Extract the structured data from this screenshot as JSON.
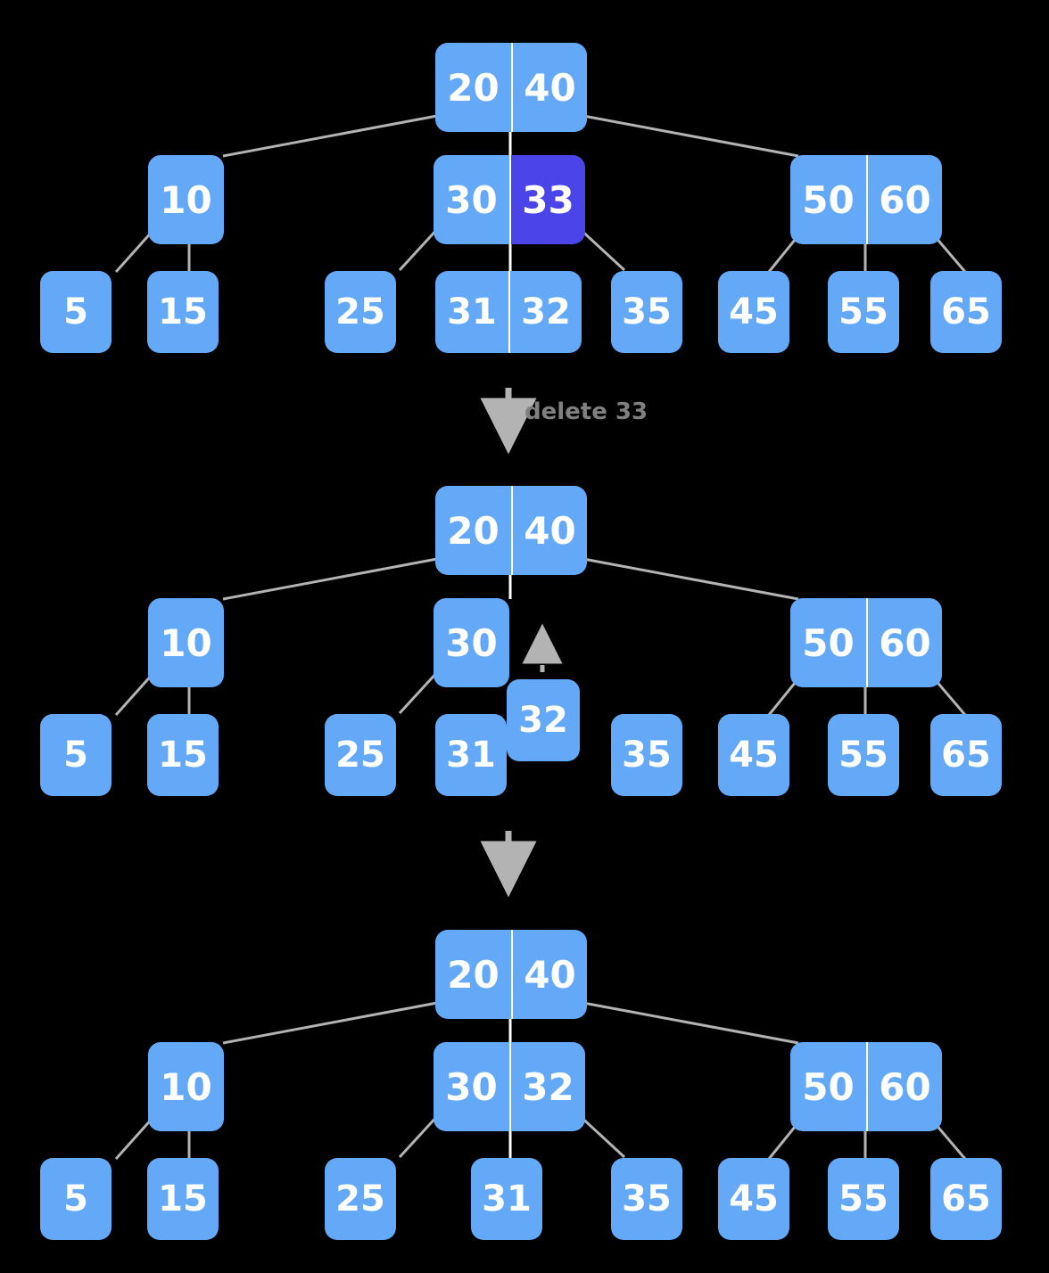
{
  "diagram": {
    "title": "B-Tree deletion of key 33",
    "colors": {
      "background": "#000000",
      "node_fill": "#63a9f8",
      "node_highlight_fill": "#4b44e8",
      "node_text": "#ffffff",
      "link": "#b3b3b3",
      "label_text": "#808080",
      "separator": "#ffffff"
    },
    "steps": [
      {
        "id": "before",
        "caption": "",
        "levels": [
          {
            "nodes": [
              {
                "keys": [
                  "20",
                  "40"
                ],
                "highlight": []
              }
            ]
          },
          {
            "nodes": [
              {
                "keys": [
                  "10"
                ],
                "highlight": []
              },
              {
                "keys": [
                  "30",
                  "33"
                ],
                "highlight": [
                  1
                ]
              },
              {
                "keys": [
                  "50",
                  "60"
                ],
                "highlight": []
              }
            ]
          },
          {
            "nodes": [
              {
                "keys": [
                  "5"
                ],
                "highlight": []
              },
              {
                "keys": [
                  "15"
                ],
                "highlight": []
              },
              {
                "keys": [
                  "25"
                ],
                "highlight": []
              },
              {
                "keys": [
                  "31",
                  "32"
                ],
                "highlight": []
              },
              {
                "keys": [
                  "35"
                ],
                "highlight": []
              },
              {
                "keys": [
                  "45"
                ],
                "highlight": []
              },
              {
                "keys": [
                  "55"
                ],
                "highlight": []
              },
              {
                "keys": [
                  "65"
                ],
                "highlight": []
              }
            ]
          }
        ]
      },
      {
        "id": "after-delete",
        "caption": "",
        "levels": [
          {
            "nodes": [
              {
                "keys": [
                  "20",
                  "40"
                ],
                "highlight": []
              }
            ]
          },
          {
            "nodes": [
              {
                "keys": [
                  "10"
                ],
                "highlight": []
              },
              {
                "keys": [
                  "30"
                ],
                "highlight": []
              },
              {
                "keys": [
                  "50",
                  "60"
                ],
                "highlight": []
              }
            ]
          },
          {
            "nodes": [
              {
                "keys": [
                  "5"
                ],
                "highlight": []
              },
              {
                "keys": [
                  "15"
                ],
                "highlight": []
              },
              {
                "keys": [
                  "25"
                ],
                "highlight": []
              },
              {
                "keys": [
                  "31"
                ],
                "highlight": []
              },
              {
                "keys": [
                  "32"
                ],
                "highlight": []
              },
              {
                "keys": [
                  "35"
                ],
                "highlight": []
              },
              {
                "keys": [
                  "45"
                ],
                "highlight": []
              },
              {
                "keys": [
                  "55"
                ],
                "highlight": []
              },
              {
                "keys": [
                  "65"
                ],
                "highlight": []
              }
            ]
          }
        ]
      },
      {
        "id": "final",
        "caption": "",
        "levels": [
          {
            "nodes": [
              {
                "keys": [
                  "20",
                  "40"
                ],
                "highlight": []
              }
            ]
          },
          {
            "nodes": [
              {
                "keys": [
                  "10"
                ],
                "highlight": []
              },
              {
                "keys": [
                  "30",
                  "32"
                ],
                "highlight": []
              },
              {
                "keys": [
                  "50",
                  "60"
                ],
                "highlight": []
              }
            ]
          },
          {
            "nodes": [
              {
                "keys": [
                  "5"
                ],
                "highlight": []
              },
              {
                "keys": [
                  "15"
                ],
                "highlight": []
              },
              {
                "keys": [
                  "25"
                ],
                "highlight": []
              },
              {
                "keys": [
                  "31"
                ],
                "highlight": []
              },
              {
                "keys": [
                  "35"
                ],
                "highlight": []
              },
              {
                "keys": [
                  "45"
                ],
                "highlight": []
              },
              {
                "keys": [
                  "55"
                ],
                "highlight": []
              },
              {
                "keys": [
                  "65"
                ],
                "highlight": []
              }
            ]
          }
        ]
      }
    ],
    "transitions": [
      {
        "id": "t1",
        "label": "delete 33",
        "icon": "arrow-down-icon"
      },
      {
        "id": "t2",
        "label": "",
        "icon": "arrow-down-icon"
      }
    ],
    "promote_marker": {
      "icon": "dashed-arrow-up-icon",
      "label": ""
    }
  },
  "keys": {
    "k20": "20",
    "k40": "40",
    "k10": "10",
    "k30": "30",
    "k33": "33",
    "k50": "50",
    "k60": "60",
    "k5": "5",
    "k15": "15",
    "k25": "25",
    "k31": "31",
    "k32": "32",
    "k35": "35",
    "k45": "45",
    "k55": "55",
    "k65": "65"
  },
  "labels": {
    "delete_33": "delete 33"
  }
}
